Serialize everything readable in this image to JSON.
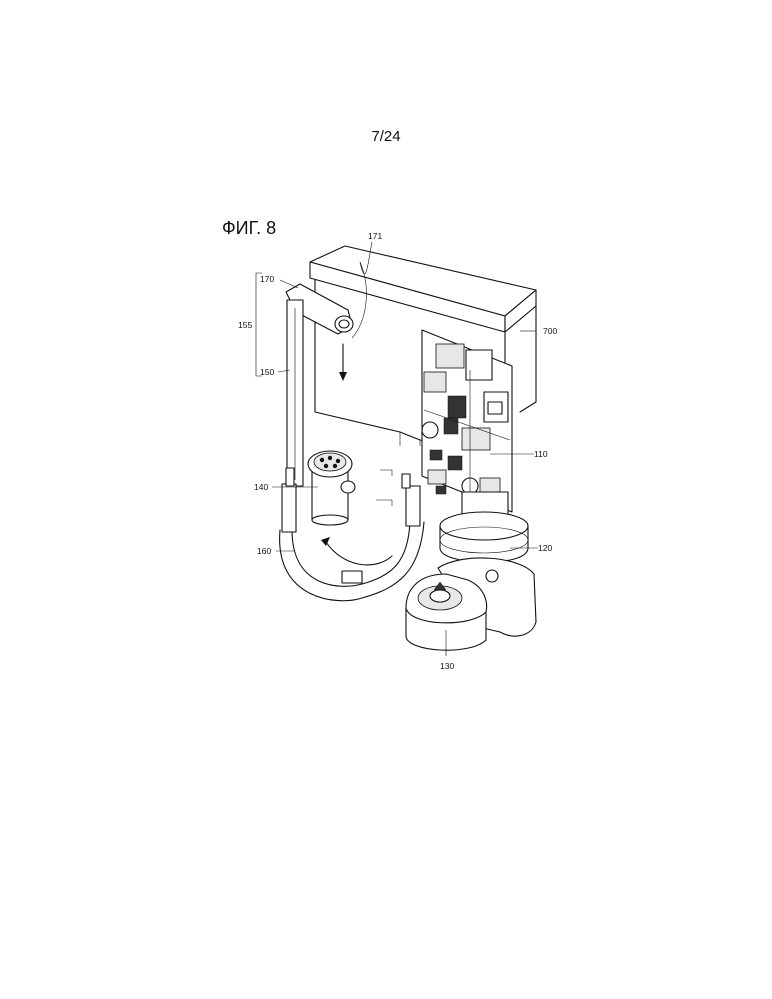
{
  "page_number": "7/24",
  "figure_title": "ФИГ. 8",
  "reference_labels": {
    "r171": "171",
    "r170": "170",
    "r155": "155",
    "r150": "150",
    "r700": "700",
    "r110": "110",
    "r140": "140",
    "r160": "160",
    "r120": "120",
    "r130": "130"
  }
}
